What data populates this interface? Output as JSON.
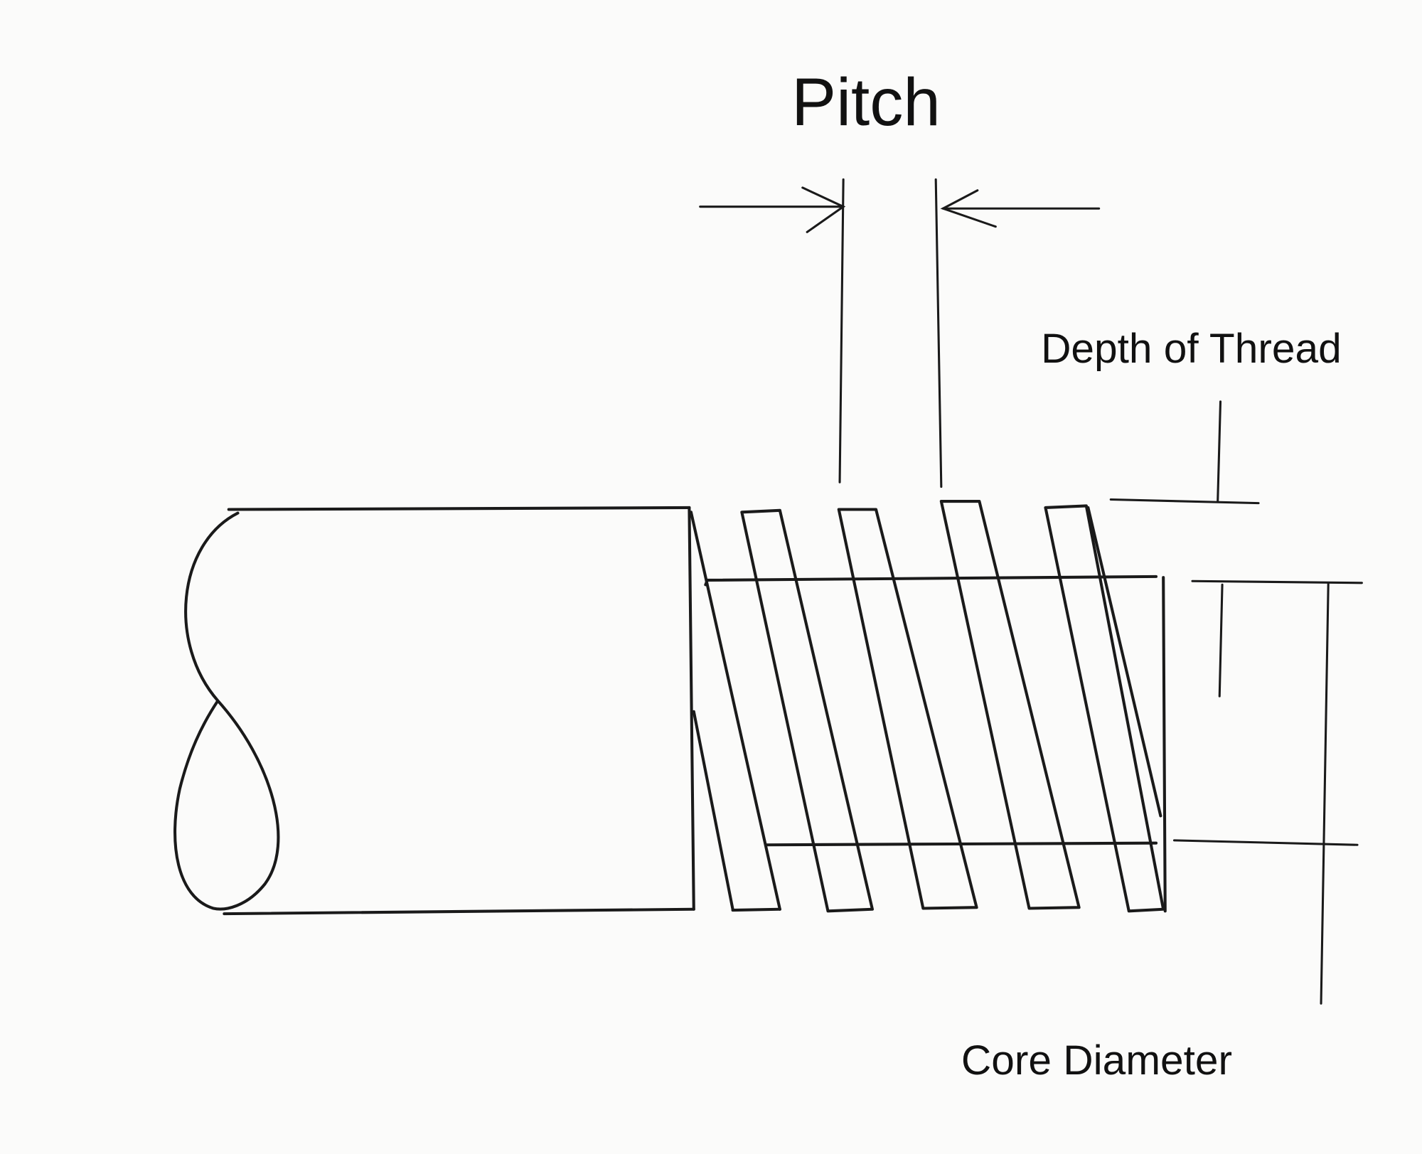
{
  "diagram": {
    "labels": {
      "pitch": "Pitch",
      "depth_of_thread": "Depth of Thread",
      "core_diameter": "Core Diameter"
    },
    "colors": {
      "line": "#1a1a1a",
      "background": "#fbfbfa"
    }
  }
}
